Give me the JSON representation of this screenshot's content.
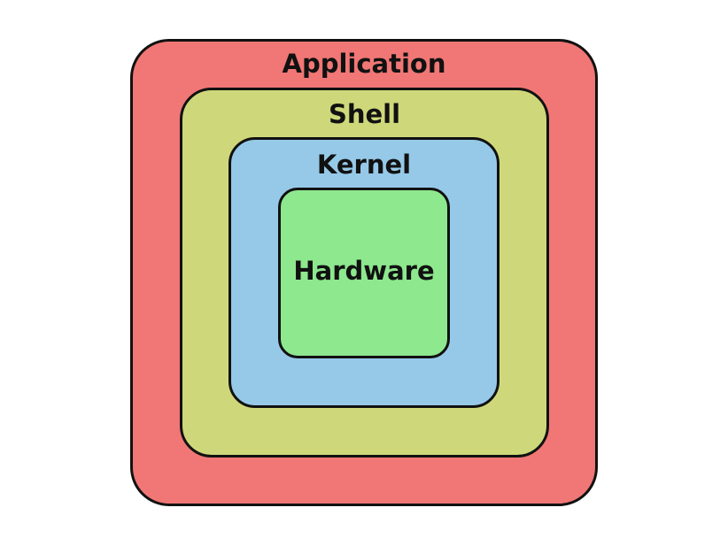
{
  "diagram": {
    "layers": [
      {
        "id": "application",
        "label": "Application",
        "color": "#f07775"
      },
      {
        "id": "shell",
        "label": "Shell",
        "color": "#ced87a"
      },
      {
        "id": "kernel",
        "label": "Kernel",
        "color": "#96c9e8"
      },
      {
        "id": "hardware",
        "label": "Hardware",
        "color": "#8de88e"
      }
    ],
    "border_color": "#111111",
    "background": "#ffffff"
  }
}
